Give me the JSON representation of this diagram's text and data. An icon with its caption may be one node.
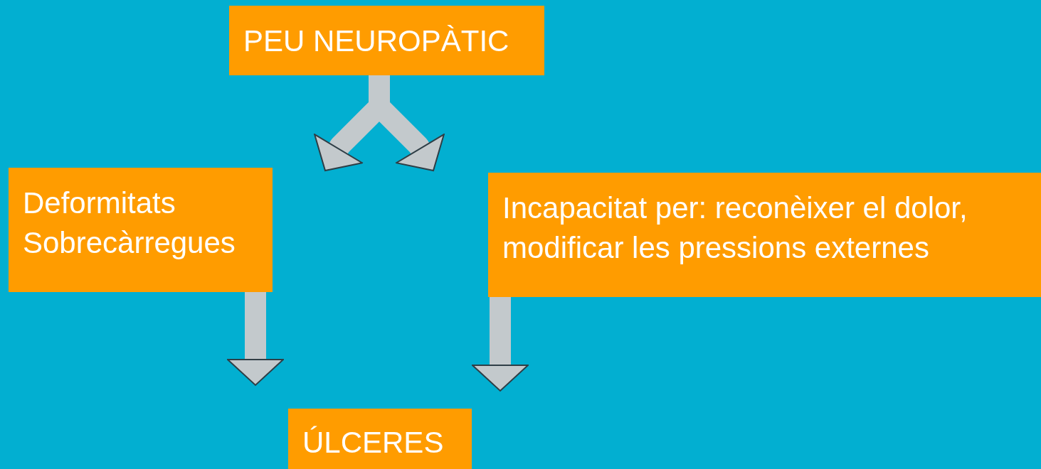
{
  "diagram": {
    "nodes": [
      {
        "text": [
          "PEU NEUROPÀTIC"
        ]
      },
      {
        "text": [
          "Deformitats",
          "Sobrecàrregues"
        ]
      },
      {
        "text": [
          "Incapacitat per: reconèixer el dolor, modificar les pressions externes"
        ]
      },
      {
        "text": [
          "ÚLCERES"
        ]
      }
    ],
    "edges": [
      {
        "from": 0,
        "to": 1,
        "arrow": "to"
      },
      {
        "from": 0,
        "to": 2,
        "arrow": "to"
      },
      {
        "from": 1,
        "to": 3,
        "arrow": "to"
      },
      {
        "from": 2,
        "to": 3,
        "arrow": "to"
      }
    ]
  }
}
